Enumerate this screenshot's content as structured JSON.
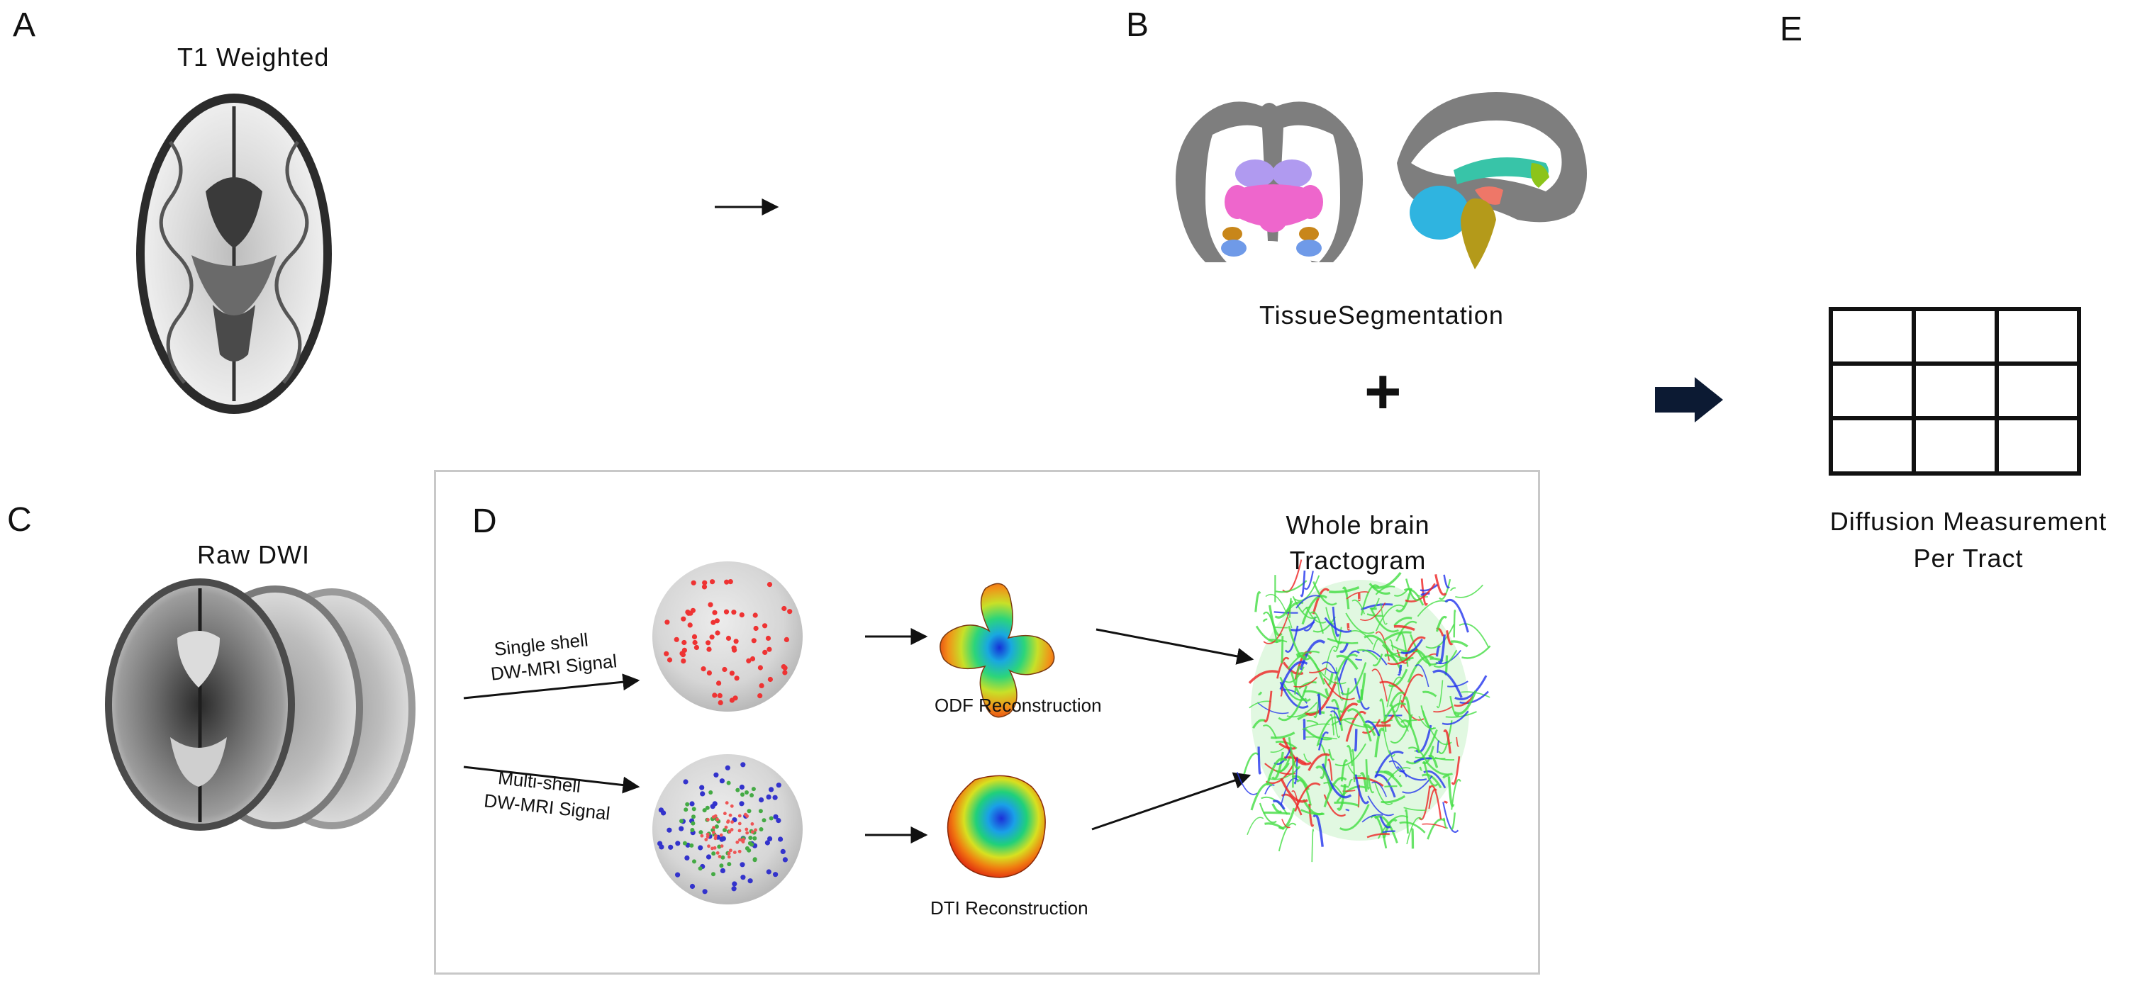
{
  "panels": {
    "a": {
      "letter": "A",
      "title": "T1 Weighted"
    },
    "b": {
      "letter": "B",
      "caption": "TissueSegmentation"
    },
    "c": {
      "letter": "C",
      "title": "Raw DWI"
    },
    "d": {
      "letter": "D",
      "single_shell": [
        "Single shell",
        "DW-MRI Signal"
      ],
      "multi_shell": [
        "Multi-shell",
        "DW-MRI Signal"
      ],
      "odf_label": "ODF Reconstruction",
      "dti_label": "DTI Reconstruction",
      "tractogram_title": [
        "Whole brain",
        "Tractogram"
      ]
    },
    "e": {
      "letter": "E",
      "caption": [
        "Diffusion Measurement",
        "Per Tract"
      ]
    }
  },
  "symbols": {
    "plus": "+"
  },
  "colors": {
    "arrow": "#0c1a33",
    "panel_border": "#c8c8c8",
    "brain_gray": "#808080",
    "seg_pink": "#ee66cc",
    "seg_lavender": "#b09af0",
    "seg_blue": "#6f9ae8",
    "seg_orange": "#c8861a",
    "seg_cyan": "#2fb4e0",
    "seg_olive": "#b49a1a",
    "seg_salmon": "#ee7768",
    "seg_teal": "#38c4a8",
    "seg_green": "#8cc41a",
    "single_shell_points": "#ee3333",
    "multi_shell_outer": "#3333cc",
    "multi_shell_mid": "#44aa44",
    "multi_shell_inner": "#ee5555",
    "fiber_green": "#44dd44",
    "fiber_red": "#ee2222",
    "fiber_blue": "#2233ee"
  }
}
